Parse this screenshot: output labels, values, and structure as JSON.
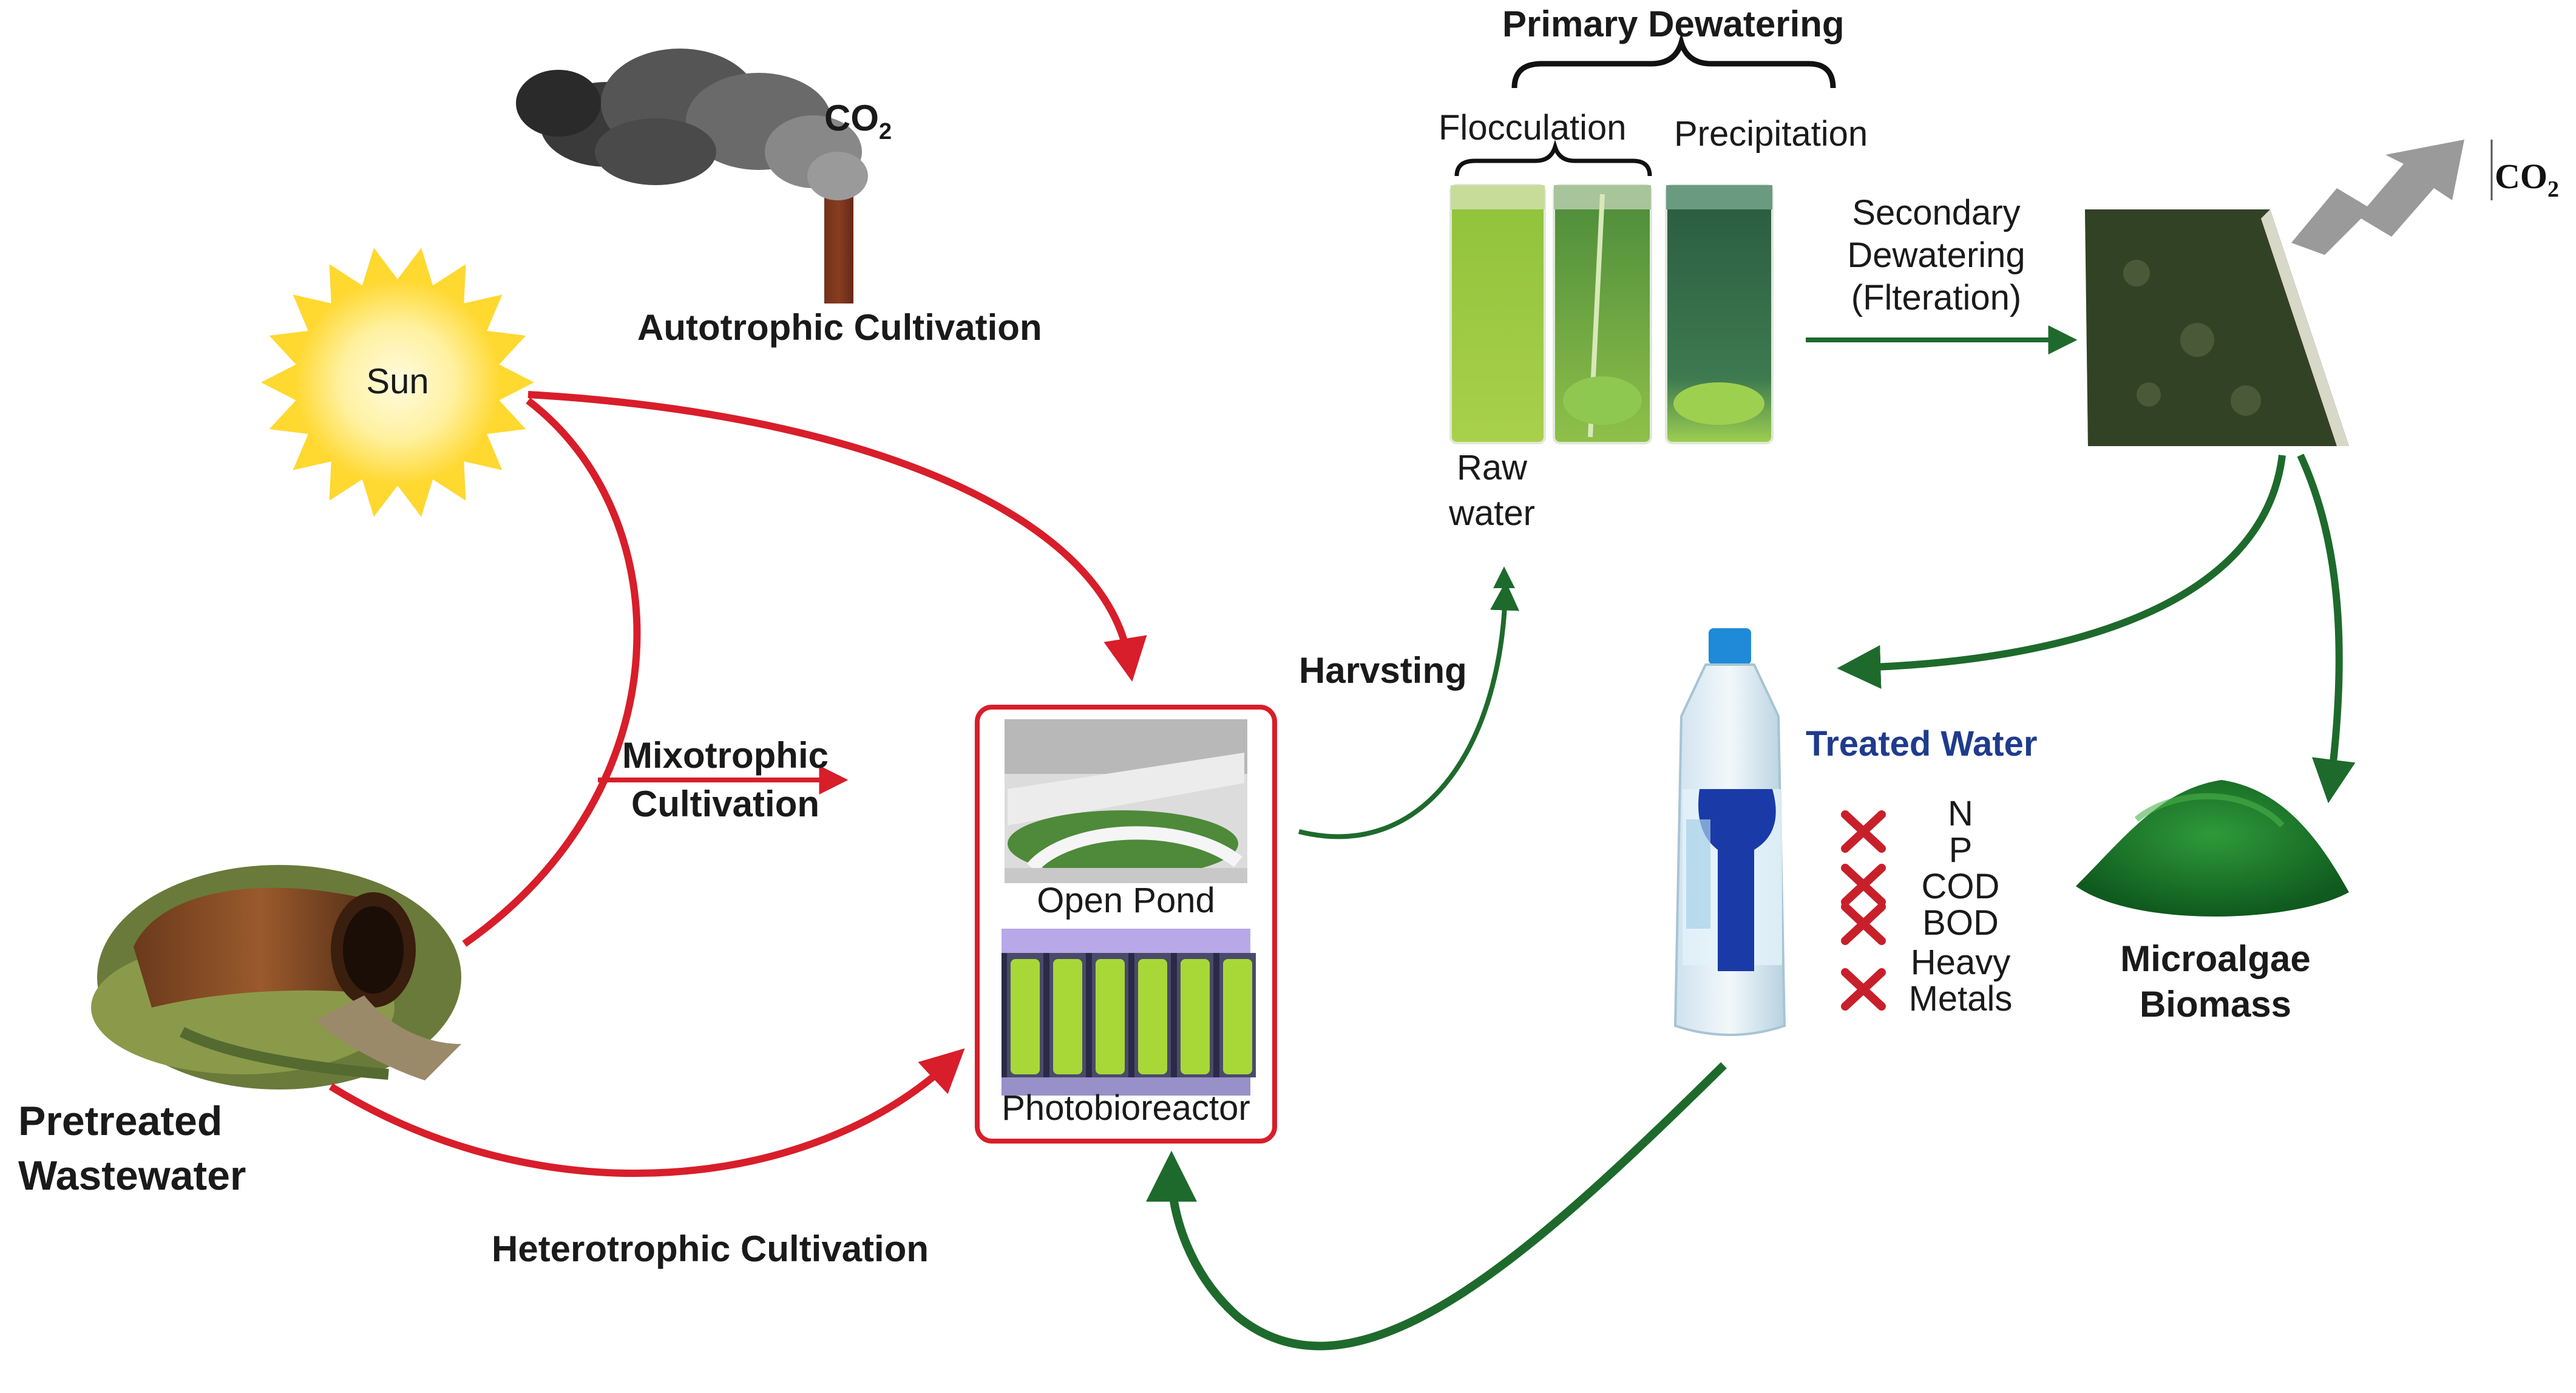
{
  "labels": {
    "co2_top": "CO",
    "co2_top_sub": "2",
    "autotrophic": "Autotrophic Cultivation",
    "sun": "Sun",
    "mixotrophic_line1": "Mixotrophic",
    "mixotrophic_line2": "Cultivation",
    "heterotrophic": "Heterotrophic Cultivation",
    "pretreated_line1": "Pretreated",
    "pretreated_line2": "Wastewater",
    "open_pond": "Open Pond",
    "photobioreactor": "Photobioreactor",
    "harvesting": "Harvsting",
    "primary_dewatering": "Primary Dewatering",
    "flocculation": "Flocculation",
    "precipitation": "Precipitation",
    "raw_line1": "Raw",
    "raw_line2": "water",
    "secondary_line1": "Secondary",
    "secondary_line2": "Dewatering",
    "secondary_line3": "(Flteration)",
    "co2_right": "CO",
    "co2_right_sub": "2",
    "treated_water": "Treated Water",
    "removed": [
      "N",
      "P",
      "COD",
      "BOD",
      "Heavy",
      "Metals"
    ],
    "biomass_line1": "Microalgae",
    "biomass_line2": "Biomass"
  },
  "colors": {
    "red_arrow": "#d81e2a",
    "green_arrow": "#1e6a2c",
    "sun_fill": "#ffe45a",
    "sun_glow": "#fff7c0",
    "algae_green": "#3f8a1f",
    "cross_red": "#c8202a",
    "treated_blue": "#1f3b8c"
  }
}
